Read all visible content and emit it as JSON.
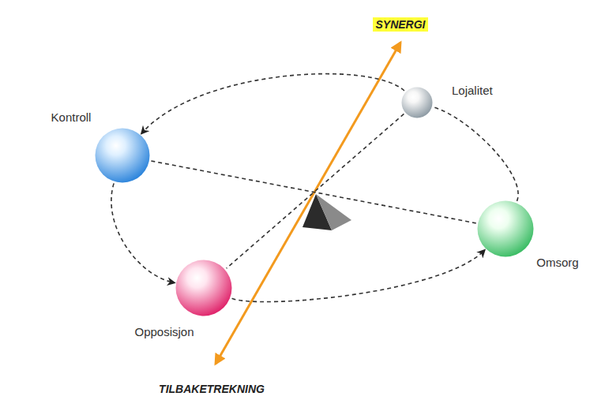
{
  "diagram": {
    "nodes": [
      {
        "text": [
          "Lojalitet"
        ]
      },
      {
        "text": [
          "Kontroll"
        ]
      },
      {
        "text": [
          "Omsorg"
        ]
      },
      {
        "text": [
          "Opposisjon"
        ]
      }
    ],
    "edges": [
      {
        "from": 0,
        "to": 1,
        "arrow": "to"
      },
      {
        "from": 1,
        "to": 3,
        "arrow": "to"
      },
      {
        "from": 3,
        "to": 2,
        "arrow": "to"
      },
      {
        "from": 2,
        "to": 0,
        "arrow": "none"
      },
      {
        "from": 1,
        "to": 2,
        "arrow": "none"
      },
      {
        "from": 0,
        "to": 3,
        "arrow": "none"
      }
    ],
    "labels": [
      "SYNERGI",
      "TILBAKETREKNING"
    ]
  }
}
